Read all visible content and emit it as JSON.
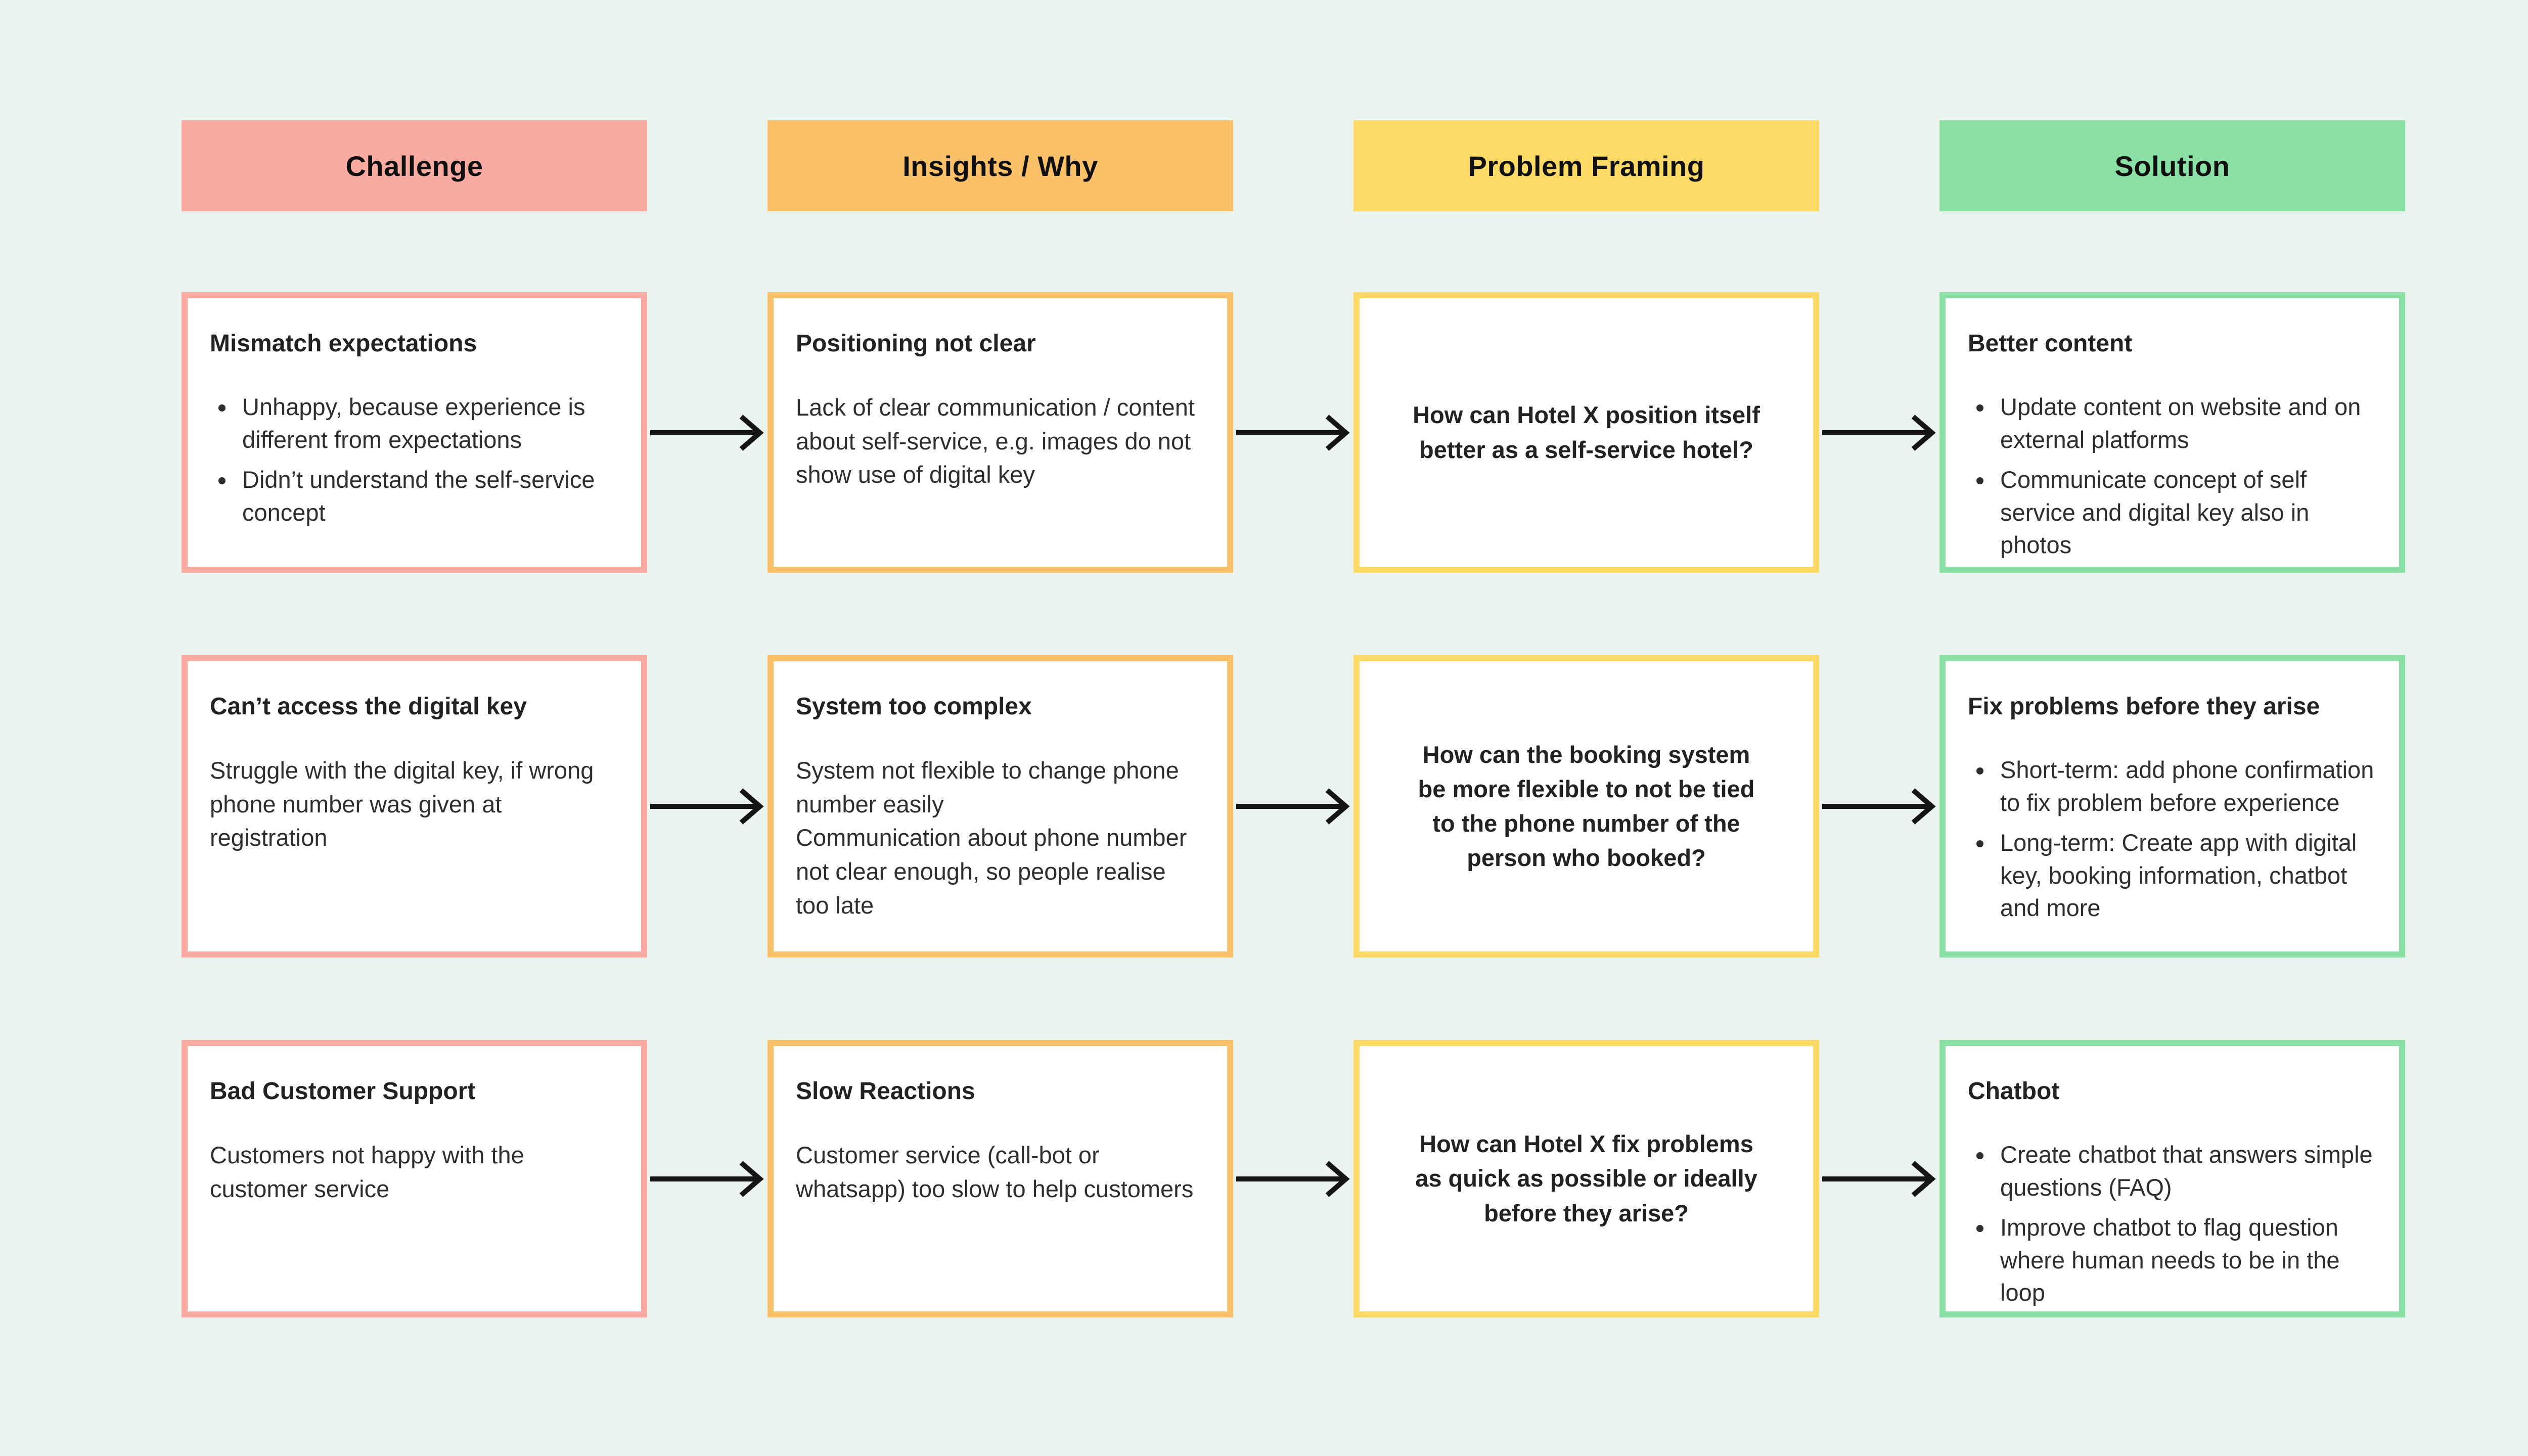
{
  "canvas": {
    "background": "#EAF3EE"
  },
  "arrow": {
    "color": "#151515"
  },
  "columns": [
    {
      "label": "Challenge",
      "color": "#FAABA1"
    },
    {
      "label": "Insights / Why",
      "color": "#FAC169"
    },
    {
      "label": "Problem Framing",
      "color": "#FDD965"
    },
    {
      "label": "Solution",
      "color": "#8ADFA5"
    }
  ],
  "rows": [
    {
      "challenge": {
        "title": "Mismatch expectations",
        "bullets": [
          "Unhappy, because experience is different from expectations",
          "Didn’t understand the self-service concept"
        ]
      },
      "insight": {
        "title": "Positioning not clear",
        "paragraphs": [
          "Lack of clear communication / content about self-service, e.g. images do not show use of digital key"
        ]
      },
      "problem": {
        "question": "How can Hotel X position itself better as a self-service hotel?"
      },
      "solution": {
        "title": "Better content",
        "bullets": [
          "Update content on website and on external platforms",
          "Communicate concept of self service and digital key also in photos"
        ]
      }
    },
    {
      "challenge": {
        "title": "Can’t access the digital key",
        "paragraphs": [
          "Struggle with the digital key, if wrong phone number was given at registration"
        ]
      },
      "insight": {
        "title": "System too complex",
        "paragraphs": [
          "System not flexible to change phone number easily",
          "Communication about phone number not clear enough, so people realise too late"
        ]
      },
      "problem": {
        "question": "How can the booking system be more flexible to not be tied to the phone number of the person who booked?"
      },
      "solution": {
        "title": "Fix problems before they arise",
        "bullets": [
          "Short-term: add phone confirmation to fix problem before experience",
          "Long-term: Create app with digital key, booking information, chatbot and more"
        ]
      }
    },
    {
      "challenge": {
        "title": "Bad Customer Support",
        "paragraphs": [
          "Customers not happy with the customer service"
        ]
      },
      "insight": {
        "title": "Slow Reactions",
        "paragraphs": [
          "Customer service (call-bot or whatsapp) too slow to help customers"
        ]
      },
      "problem": {
        "question": "How can Hotel X fix problems as quick as possible or ideally before they arise?"
      },
      "solution": {
        "title": "Chatbot",
        "bullets": [
          "Create chatbot that answers simple questions (FAQ)",
          "Improve chatbot to flag question where human needs to be in the loop"
        ]
      }
    }
  ]
}
